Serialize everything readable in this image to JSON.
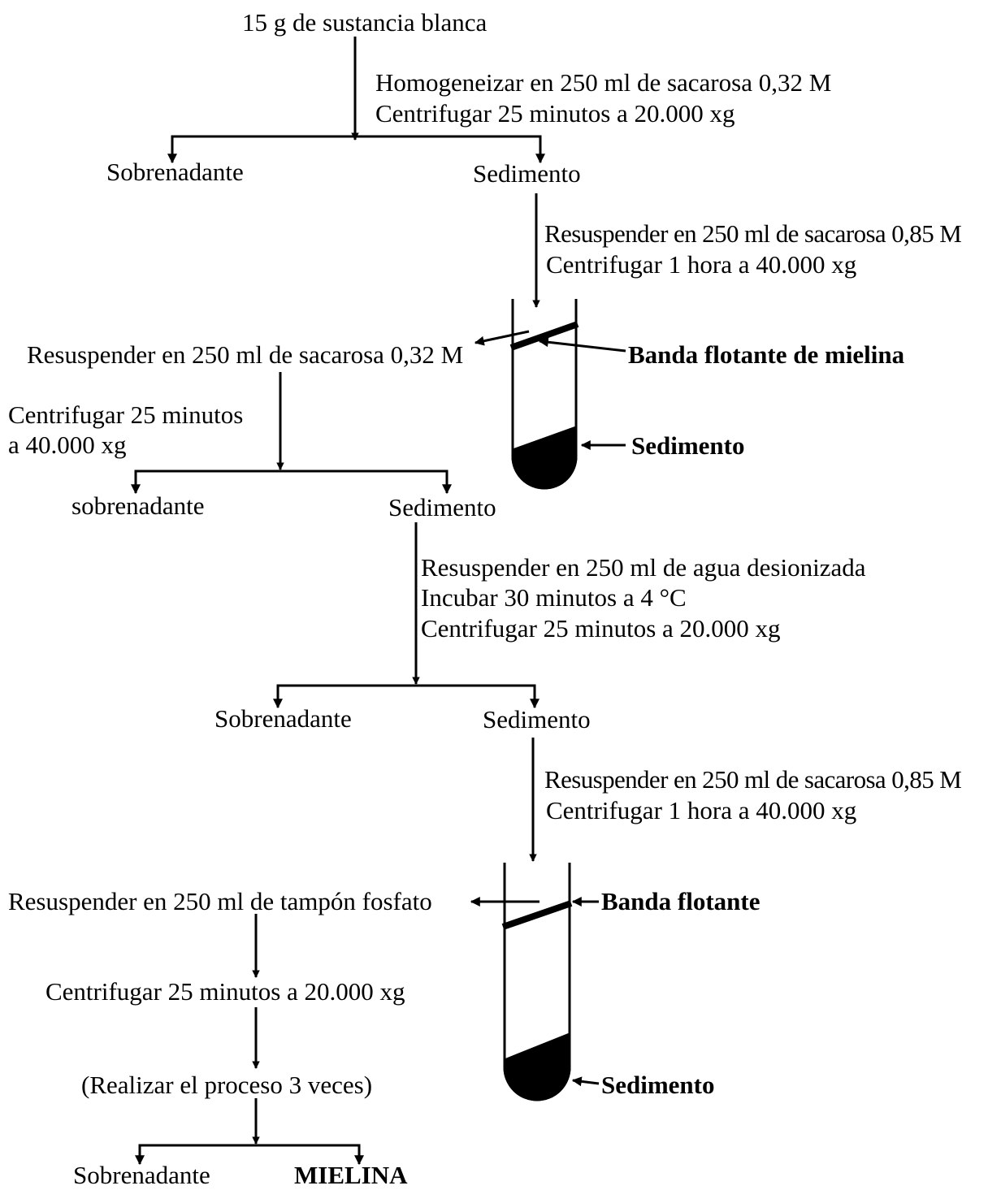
{
  "colors": {
    "ink": "#000000",
    "paper": "#ffffff"
  },
  "steps": {
    "start": "15 g de sustancia blanca",
    "step1": [
      "Homogeneizar en 250 ml de sacarosa 0,32 M",
      "Centrifugar 25 minutos a 20.000 xg"
    ],
    "split1": {
      "left": "Sobrenadante",
      "right": "Sedimento"
    },
    "step2": [
      "Resuspender en 250 ml de sacarosa 0,85 M",
      "Centrifugar 1 hora a 40.000 xg"
    ],
    "tube1": {
      "band_label": "Banda flotante de mielina",
      "sediment_label": "Sedimento"
    },
    "step3": "Resuspender en 250 ml de sacarosa 0,32 M",
    "step4": [
      "Centrifugar 25 minutos",
      "a 40.000 xg"
    ],
    "split2": {
      "left": "sobrenadante",
      "right": "Sedimento"
    },
    "step5": [
      "Resuspender en 250 ml de agua desionizada",
      "Incubar 30 minutos a 4 °C",
      "Centrifugar 25 minutos a 20.000 xg"
    ],
    "split3": {
      "left": "Sobrenadante",
      "right": "Sedimento"
    },
    "step6": [
      "Resuspender en 250 ml de sacarosa 0,85 M",
      "Centrifugar 1 hora a 40.000 xg"
    ],
    "tube2": {
      "band_label": "Banda flotante",
      "sediment_label": "Sedimento"
    },
    "step7": "Resuspender en 250 ml de tampón fosfato",
    "step8": "Centrifugar 25 minutos a 20.000 xg",
    "step9": "(Realizar el proceso 3 veces)",
    "split4": {
      "left": "Sobrenadante",
      "right": "MIELINA"
    }
  }
}
